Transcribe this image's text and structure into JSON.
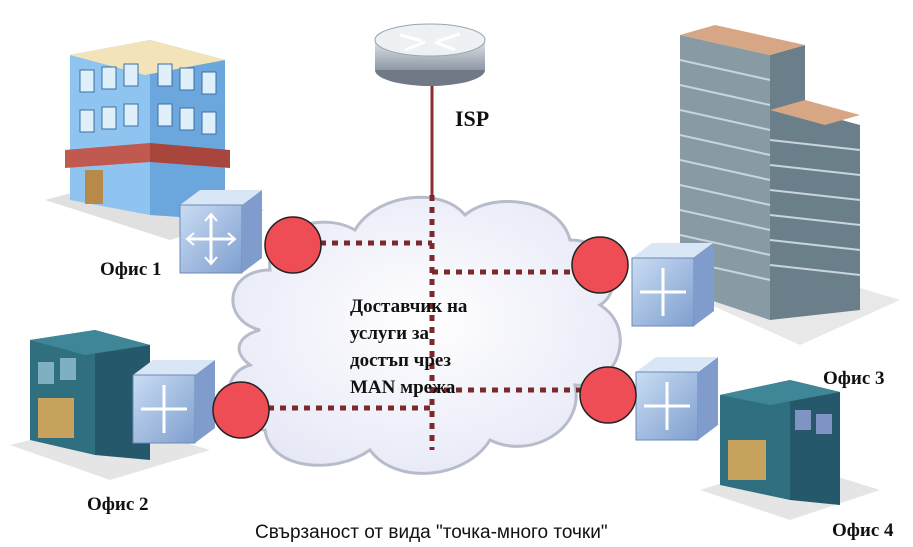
{
  "labels": {
    "isp": "ISP",
    "office1": "Офис 1",
    "office2": "Офис 2",
    "office3": "Офис 3",
    "office4": "Офис 4"
  },
  "cloud_text": [
    "Доставчик на",
    "услуги за",
    "достъп чрез",
    "MAN мрежа"
  ],
  "caption": "Свързаност от вида \"точка-много точки\"",
  "colors": {
    "link": "#7a2a2a",
    "endpoint": "#ee4d55",
    "switch": "#9fbbe0",
    "cloud": "#f2f3fb"
  }
}
